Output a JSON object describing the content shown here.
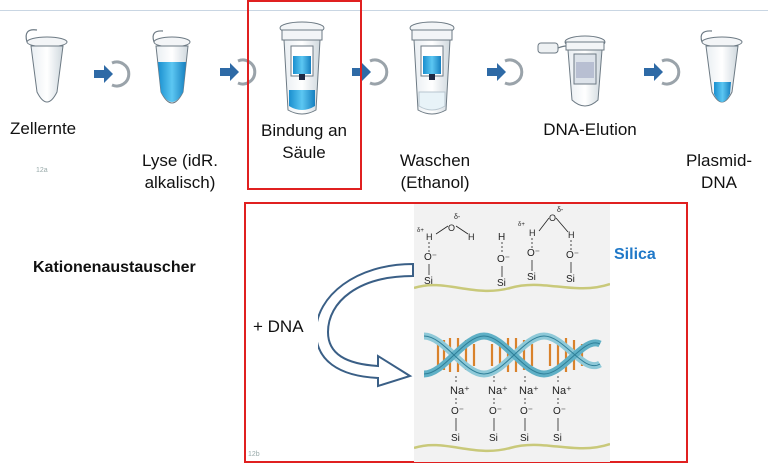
{
  "steps": [
    {
      "line1": "Zellernte",
      "line2": ""
    },
    {
      "line1": "Lyse (idR.",
      "line2": "alkalisch)"
    },
    {
      "line1": "Bindung an",
      "line2": "Säule"
    },
    {
      "line1": "Waschen",
      "line2": "(Ethanol)"
    },
    {
      "line1": "DNA-Elution",
      "line2": ""
    },
    {
      "line1": "Plasmid-",
      "line2": "DNA"
    }
  ],
  "slide_tag_top": "12a",
  "slide_tag_bottom": "12b",
  "left_heading": "Kationenaustauscher",
  "dna_label": "+ DNA",
  "silica_label": "Silica",
  "chem": {
    "delta_minus": "δ-",
    "delta_plus": "δ+",
    "H": "H",
    "O": "O",
    "O_minus": "O⁻",
    "Si": "Si",
    "Na_plus": "Na⁺"
  },
  "colors": {
    "highlight": "#e02020",
    "arrow_blue": "#2e6aa6",
    "liquid_blue": "#29a9e0",
    "silica_text": "#1f78c8",
    "surface_line": "#c9c97a"
  }
}
